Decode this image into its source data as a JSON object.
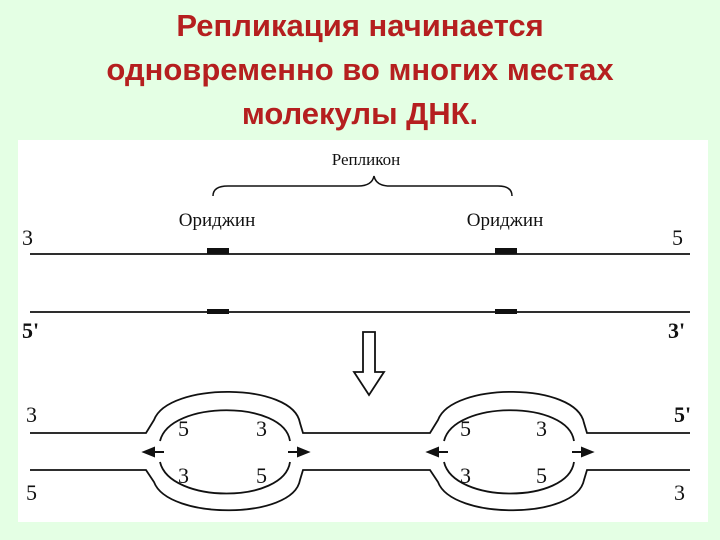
{
  "title": {
    "line1": "Репликация начинается",
    "line2": "одновременно во многих местах",
    "line3": "молекулы ДНК."
  },
  "diagram": {
    "replicon_label": "Репликон",
    "origin_left_label": "Ориджин",
    "origin_right_label": "Ориджин",
    "top_strand_left_end": "3",
    "top_strand_right_end": "5",
    "bottom_strand_left_end": "5'",
    "bottom_strand_right_end": "3'",
    "lower_top_left_end": "3",
    "lower_top_right_end": "5'",
    "lower_bottom_left_end": "5",
    "lower_bottom_right_end": "3",
    "bubble_left": {
      "upper_left": "5",
      "upper_right": "3",
      "lower_left": "3",
      "lower_right": "5"
    },
    "bubble_right": {
      "upper_left": "5",
      "upper_right": "3",
      "lower_left": "3",
      "lower_right": "5"
    }
  },
  "colors": {
    "title": "#b51f1f",
    "background": "#e4ffe4",
    "line": "#111111"
  }
}
